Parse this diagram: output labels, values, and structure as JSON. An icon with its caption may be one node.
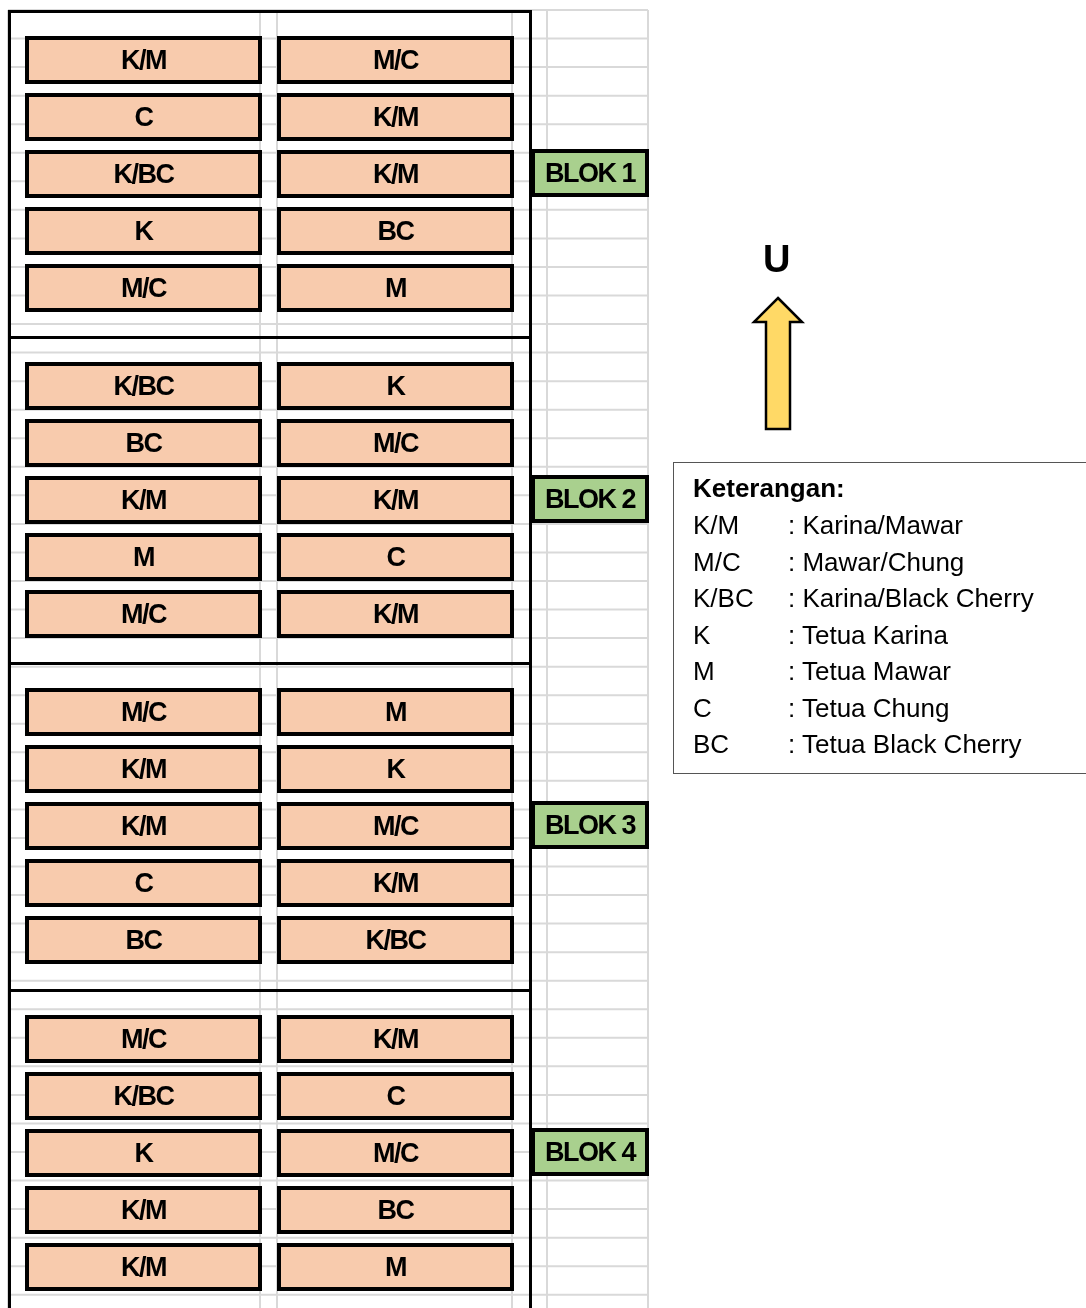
{
  "diagram": {
    "nodes": [
      {
        "text": [],
        "shape": "box"
      },
      {
        "text": [
          "K/M"
        ],
        "in": 0
      },
      {
        "text": [
          "M/C"
        ],
        "in": 0
      },
      {
        "text": [
          "C"
        ],
        "in": 0
      },
      {
        "text": [
          "K/M"
        ],
        "in": 0
      },
      {
        "text": [
          "K/BC"
        ],
        "in": 0
      },
      {
        "text": [
          "K/M"
        ],
        "in": 0
      },
      {
        "text": [
          "K"
        ],
        "in": 0
      },
      {
        "text": [
          "BC"
        ],
        "in": 0
      },
      {
        "text": [
          "M/C"
        ],
        "in": 0
      },
      {
        "text": [
          "M"
        ],
        "in": 0
      },
      {
        "text": [
          "BLOK 1"
        ]
      },
      {
        "text": [],
        "shape": "box"
      },
      {
        "text": [
          "K/BC"
        ],
        "in": 12
      },
      {
        "text": [
          "K"
        ],
        "in": 12
      },
      {
        "text": [
          "BC"
        ],
        "in": 12
      },
      {
        "text": [
          "M/C"
        ],
        "in": 12
      },
      {
        "text": [
          "K/M"
        ],
        "in": 12
      },
      {
        "text": [
          "K/M"
        ],
        "in": 12
      },
      {
        "text": [
          "M"
        ],
        "in": 12
      },
      {
        "text": [
          "C"
        ],
        "in": 12
      },
      {
        "text": [
          "M/C"
        ],
        "in": 12
      },
      {
        "text": [
          "K/M"
        ],
        "in": 12
      },
      {
        "text": [
          "BLOK 2"
        ]
      },
      {
        "text": [],
        "shape": "box"
      },
      {
        "text": [
          "M/C"
        ],
        "in": 24
      },
      {
        "text": [
          "M"
        ],
        "in": 24
      },
      {
        "text": [
          "K/M"
        ],
        "in": 24
      },
      {
        "text": [
          "K"
        ],
        "in": 24
      },
      {
        "text": [
          "K/M"
        ],
        "in": 24
      },
      {
        "text": [
          "M/C"
        ],
        "in": 24
      },
      {
        "text": [
          "C"
        ],
        "in": 24
      },
      {
        "text": [
          "K/M"
        ],
        "in": 24
      },
      {
        "text": [
          "BC"
        ],
        "in": 24
      },
      {
        "text": [
          "K/BC"
        ],
        "in": 24
      },
      {
        "text": [
          "BLOK 3"
        ]
      },
      {
        "text": [],
        "shape": "box"
      },
      {
        "text": [
          "M/C"
        ],
        "in": 36
      },
      {
        "text": [
          "K/M"
        ],
        "in": 36
      },
      {
        "text": [
          "K/BC"
        ],
        "in": 36
      },
      {
        "text": [
          "C"
        ],
        "in": 36
      },
      {
        "text": [
          "K"
        ],
        "in": 36
      },
      {
        "text": [
          "M/C"
        ],
        "in": 36
      },
      {
        "text": [
          "K/M"
        ],
        "in": 36
      },
      {
        "text": [
          "BC"
        ],
        "in": 36
      },
      {
        "text": [
          "K/M"
        ],
        "in": 36
      },
      {
        "text": [
          "M"
        ],
        "in": 36
      },
      {
        "text": [
          "BLOK 4"
        ]
      },
      {
        "text": [
          "Keterangan:",
          "K/M",
          ": Karina/Mawar",
          "M/C",
          ": Mawar/Chung",
          "K/BC",
          ": Karina/Black Cherry",
          "K",
          ": Tetua Karina",
          "M",
          ": Tetua Mawar",
          "C",
          ": Tetua Chung",
          "BC",
          ": Tetua Black Cherry"
        ]
      }
    ],
    "edges": [],
    "labels": [
      "U"
    ]
  }
}
